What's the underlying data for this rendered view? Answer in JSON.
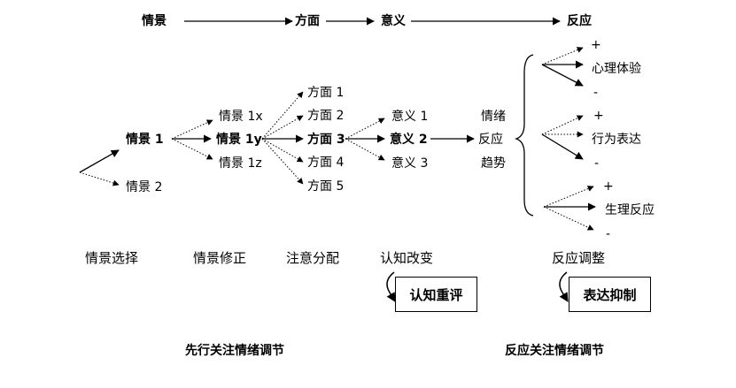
{
  "top_flow": {
    "situation": "情景",
    "aspect": "方面",
    "meaning": "意义",
    "response": "反应"
  },
  "situations": [
    "情景 1",
    "情景 2"
  ],
  "modified_situations": [
    "情景 1x",
    "情景 1y",
    "情景 1z"
  ],
  "aspects": [
    "方面 1",
    "方面 2",
    "方面 3",
    "方面 4",
    "方面 5"
  ],
  "meanings": [
    "意义 1",
    "意义 2",
    "意义 3"
  ],
  "tendency": [
    "情绪",
    "反应",
    "趋势"
  ],
  "responses": {
    "experience": "心理体验",
    "behavior": "行为表达",
    "physiology": "生理反应",
    "plus": "+",
    "minus": "-"
  },
  "strategies": [
    "情景选择",
    "情景修正",
    "注意分配",
    "认知改变",
    "反应调整"
  ],
  "boxes": {
    "reappraisal": "认知重评",
    "suppression": "表达抑制"
  },
  "footer": {
    "antecedent": "先行关注情绪调节",
    "response_focused": "反应关注情绪调节"
  }
}
